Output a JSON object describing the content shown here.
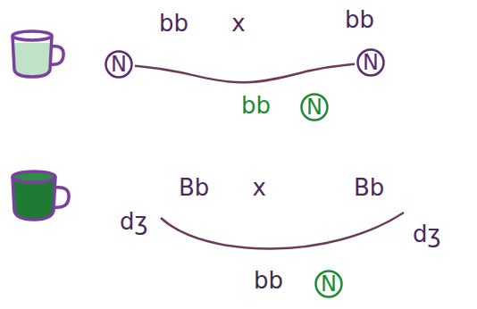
{
  "diagram": {
    "nodes": [
      {
        "text": [
          "N"
        ]
      },
      {
        "text": [
          "N"
        ]
      },
      {
        "text": [
          "N"
        ]
      },
      {
        "text": [
          "N"
        ]
      }
    ],
    "edges": [
      {
        "from": 0,
        "to": 1,
        "arrow": "none"
      }
    ],
    "labels": [
      "bb x",
      "bb",
      "bb",
      "Bb x",
      "Bb",
      "dʒ",
      "dʒ",
      "bb"
    ]
  }
}
